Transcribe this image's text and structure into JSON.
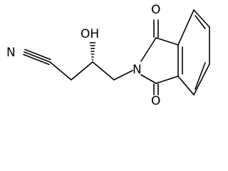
{
  "molecule": {
    "labels": {
      "nitrile_n": "N",
      "hydroxyl": "OH",
      "imide_n": "N",
      "carbonyl_top_o": "O",
      "carbonyl_bottom_o": "O"
    }
  }
}
